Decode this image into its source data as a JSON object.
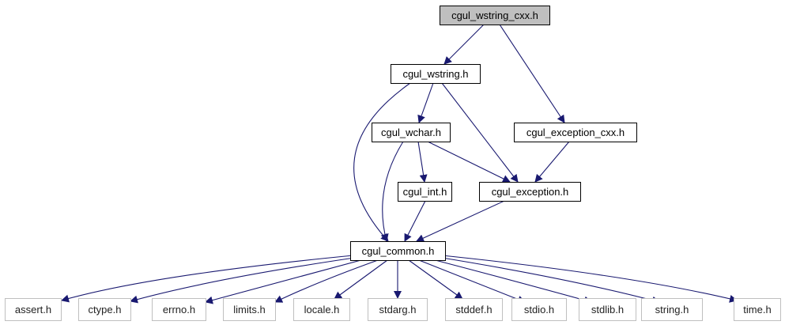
{
  "diagram": {
    "type": "include-dependency-graph",
    "colors": {
      "edge": "#191970",
      "root_fill": "#bfbfbf",
      "node_fill": "#ffffff",
      "node_border": "#000000",
      "system_border": "#bfbfbf",
      "text": "#000000"
    },
    "nodes": [
      {
        "id": "cgul_wstring_cxx",
        "label": "cgul_wstring_cxx.h",
        "kind": "root"
      },
      {
        "id": "cgul_wstring",
        "label": "cgul_wstring.h",
        "kind": "project"
      },
      {
        "id": "cgul_exception_cxx",
        "label": "cgul_exception_cxx.h",
        "kind": "project"
      },
      {
        "id": "cgul_wchar",
        "label": "cgul_wchar.h",
        "kind": "project"
      },
      {
        "id": "cgul_int",
        "label": "cgul_int.h",
        "kind": "project"
      },
      {
        "id": "cgul_exception",
        "label": "cgul_exception.h",
        "kind": "project"
      },
      {
        "id": "cgul_common",
        "label": "cgul_common.h",
        "kind": "project"
      },
      {
        "id": "assert",
        "label": "assert.h",
        "kind": "system"
      },
      {
        "id": "ctype",
        "label": "ctype.h",
        "kind": "system"
      },
      {
        "id": "errno",
        "label": "errno.h",
        "kind": "system"
      },
      {
        "id": "limits",
        "label": "limits.h",
        "kind": "system"
      },
      {
        "id": "locale",
        "label": "locale.h",
        "kind": "system"
      },
      {
        "id": "stdarg",
        "label": "stdarg.h",
        "kind": "system"
      },
      {
        "id": "stddef",
        "label": "stddef.h",
        "kind": "system"
      },
      {
        "id": "stdio",
        "label": "stdio.h",
        "kind": "system"
      },
      {
        "id": "stdlib",
        "label": "stdlib.h",
        "kind": "system"
      },
      {
        "id": "string",
        "label": "string.h",
        "kind": "system"
      },
      {
        "id": "time",
        "label": "time.h",
        "kind": "system"
      }
    ],
    "edges": [
      {
        "from": "cgul_wstring_cxx",
        "to": "cgul_wstring"
      },
      {
        "from": "cgul_wstring_cxx",
        "to": "cgul_exception_cxx"
      },
      {
        "from": "cgul_wstring",
        "to": "cgul_wchar"
      },
      {
        "from": "cgul_wstring",
        "to": "cgul_common"
      },
      {
        "from": "cgul_wstring",
        "to": "cgul_exception"
      },
      {
        "from": "cgul_wchar",
        "to": "cgul_int"
      },
      {
        "from": "cgul_wchar",
        "to": "cgul_common"
      },
      {
        "from": "cgul_wchar",
        "to": "cgul_exception"
      },
      {
        "from": "cgul_exception_cxx",
        "to": "cgul_exception"
      },
      {
        "from": "cgul_int",
        "to": "cgul_common"
      },
      {
        "from": "cgul_exception",
        "to": "cgul_common"
      },
      {
        "from": "cgul_common",
        "to": "assert"
      },
      {
        "from": "cgul_common",
        "to": "ctype"
      },
      {
        "from": "cgul_common",
        "to": "errno"
      },
      {
        "from": "cgul_common",
        "to": "limits"
      },
      {
        "from": "cgul_common",
        "to": "locale"
      },
      {
        "from": "cgul_common",
        "to": "stdarg"
      },
      {
        "from": "cgul_common",
        "to": "stddef"
      },
      {
        "from": "cgul_common",
        "to": "stdio"
      },
      {
        "from": "cgul_common",
        "to": "stdlib"
      },
      {
        "from": "cgul_common",
        "to": "string"
      },
      {
        "from": "cgul_common",
        "to": "time"
      }
    ]
  }
}
